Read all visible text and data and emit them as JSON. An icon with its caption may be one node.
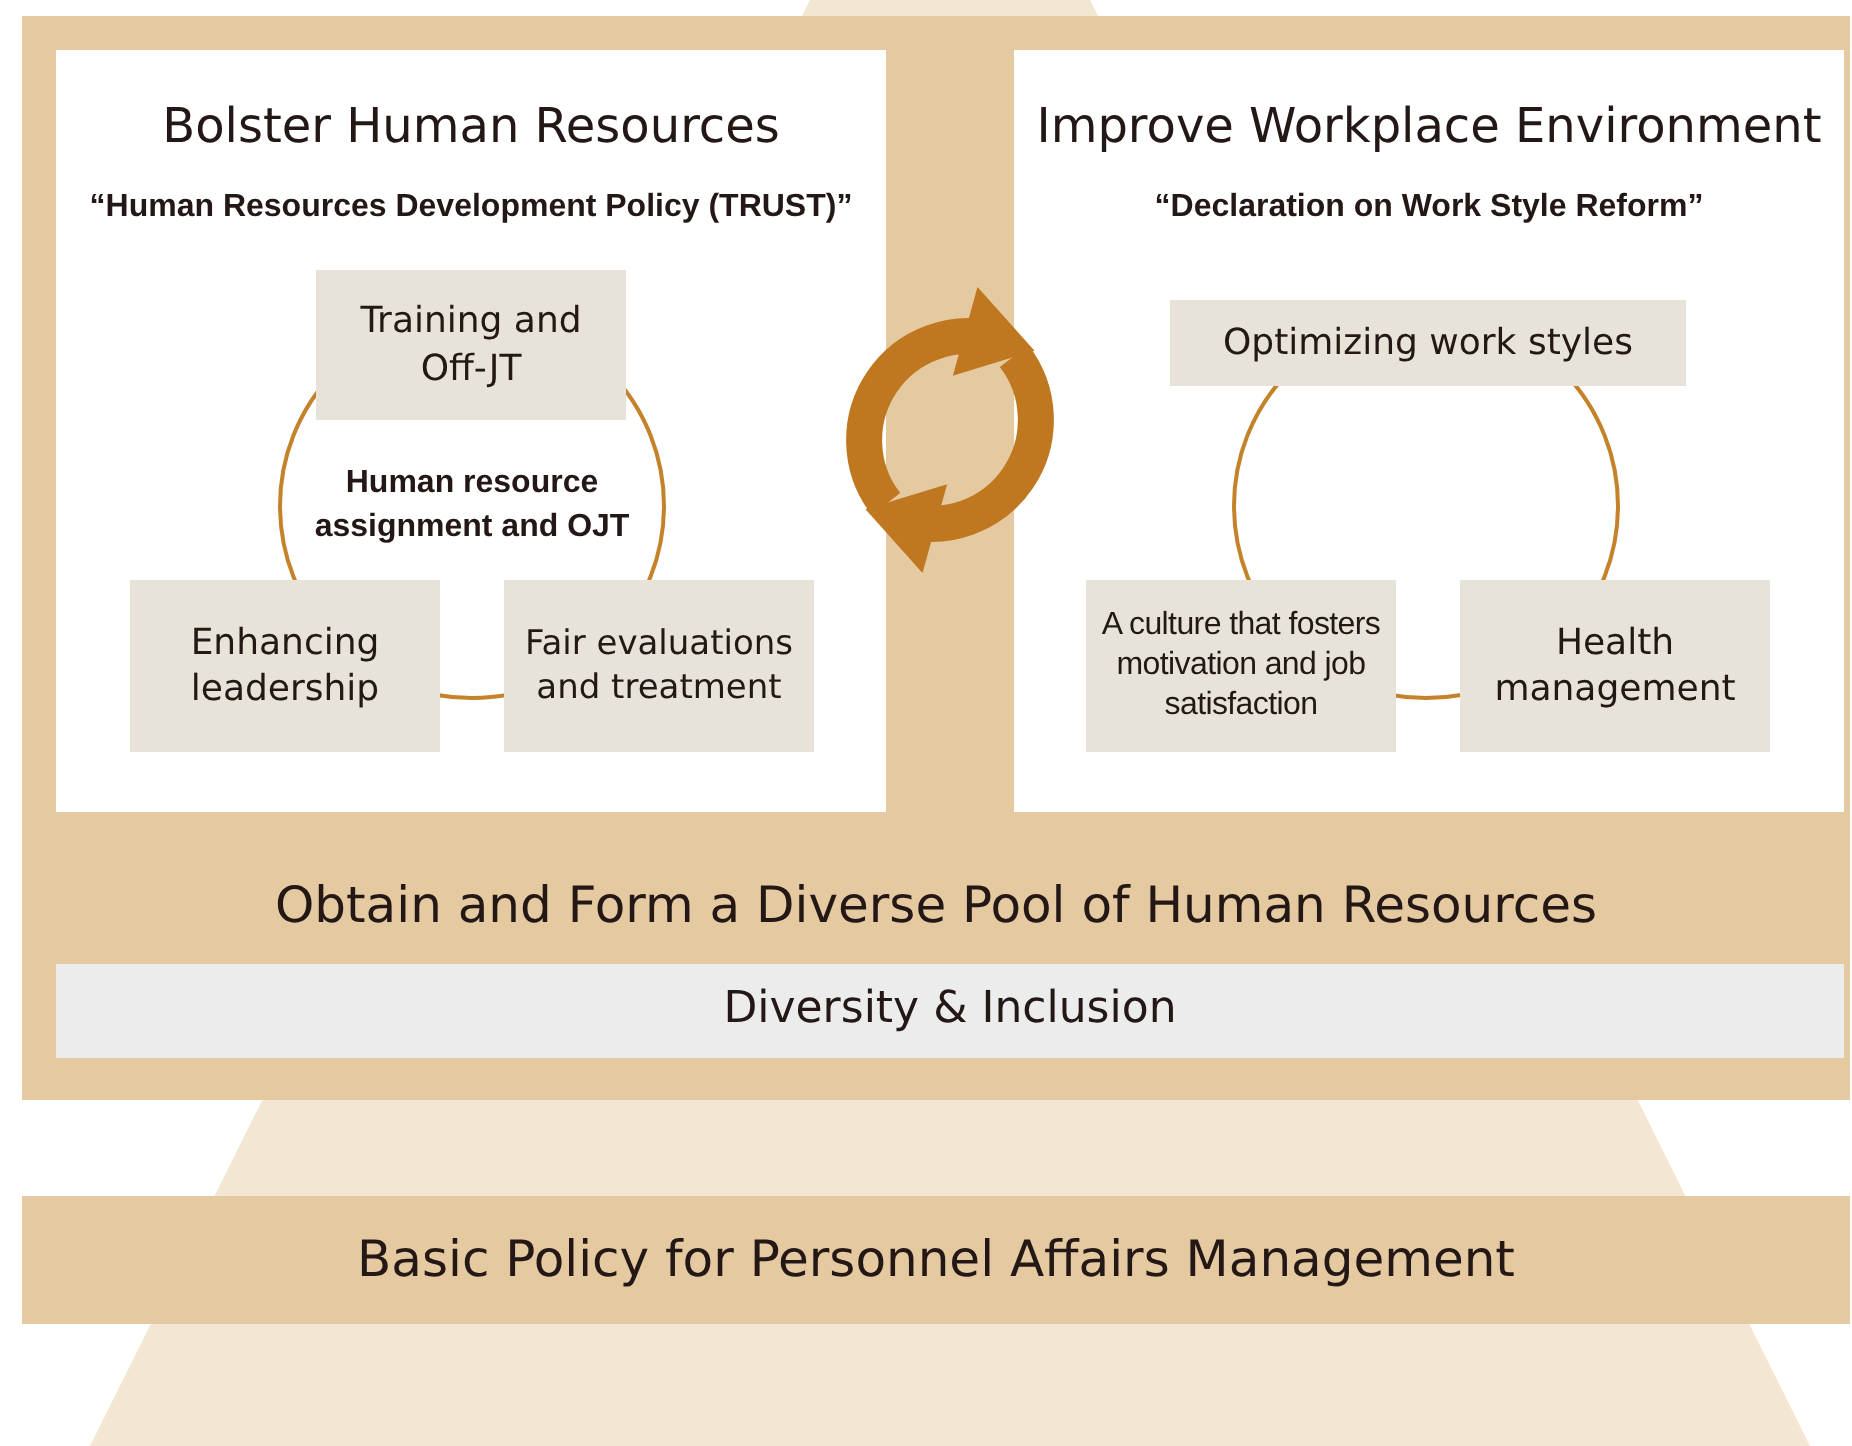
{
  "diagram": {
    "nodes": [
      {
        "text": [
          "Obtain and Form a Diverse Pool of Human Resources"
        ]
      },
      {
        "text": [
          "Bolster Human Resources",
          "“Human Resources Development Policy (TRUST)”"
        ],
        "in": 0
      },
      {
        "text": [
          "Training and Off-JT"
        ],
        "in": 1
      },
      {
        "text": [
          "Human resource assignment and OJT"
        ],
        "in": 1
      },
      {
        "text": [
          "Enhancing leadership"
        ],
        "in": 1
      },
      {
        "text": [
          "Fair evaluations and treatment"
        ],
        "in": 1
      },
      {
        "text": [
          "Improve Workplace Environment",
          "“Declaration on Work Style Reform”"
        ],
        "in": 0
      },
      {
        "text": [],
        "shape": "circle",
        "in": 6
      },
      {
        "text": [
          "Optimizing work styles"
        ],
        "in": 6
      },
      {
        "text": [
          "A culture that fosters motivation and job satisfaction"
        ],
        "in": 6
      },
      {
        "text": [
          "Health management"
        ],
        "in": 6
      },
      {
        "text": [
          "Diversity & Inclusion"
        ],
        "in": 0
      },
      {
        "text": [
          "Basic Policy for Personnel Affairs Management"
        ]
      }
    ],
    "edges": [
      {
        "from": 1,
        "to": 6,
        "arrow": "to"
      },
      {
        "from": 6,
        "to": 1,
        "arrow": "to"
      }
    ]
  }
}
